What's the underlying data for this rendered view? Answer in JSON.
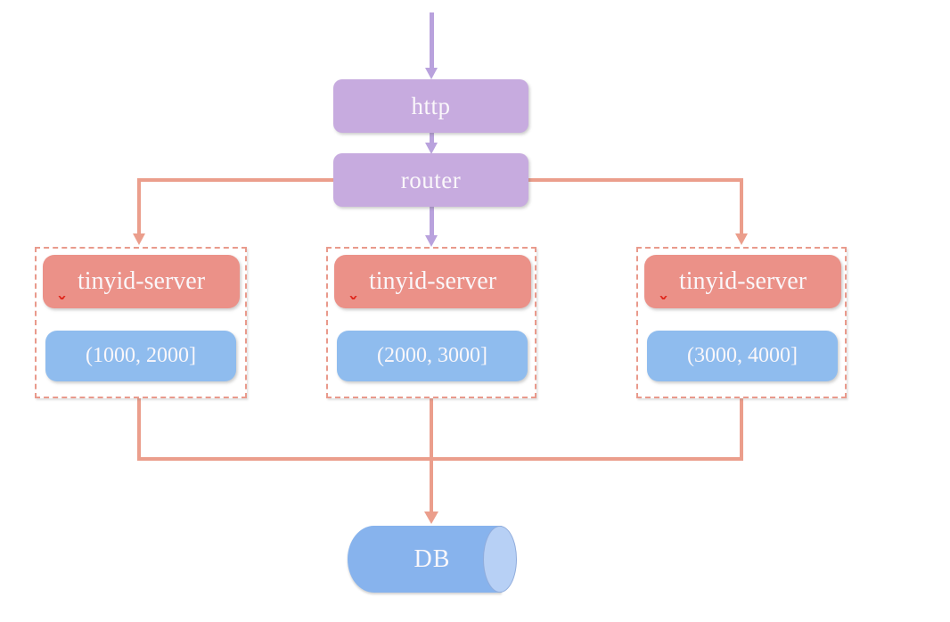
{
  "colors": {
    "purple-fill": "#c7abdf",
    "purple-line": "#b9a2dd",
    "salmon-fill": "#eb9188",
    "salmon-line": "#eb9e8c",
    "dashed-border": "#e99a8c",
    "blue-fill": "#8fbcee",
    "db-body": "#87b3ed",
    "db-face": "#b7d0f5",
    "text": "#faf7fa",
    "spellcheck-red": "#e0271c"
  },
  "nodes": {
    "http": {
      "label": "http"
    },
    "router": {
      "label": "router"
    },
    "servers": [
      {
        "name": "tinyid-server",
        "range": "(1000, 2000]"
      },
      {
        "name": "tinyid-server",
        "range": "(2000, 3000]"
      },
      {
        "name": "tinyid-server",
        "range": "(3000, 4000]"
      }
    ],
    "db": {
      "label": "DB"
    }
  },
  "icons": {
    "spellcheck_mark": "ˇ"
  }
}
